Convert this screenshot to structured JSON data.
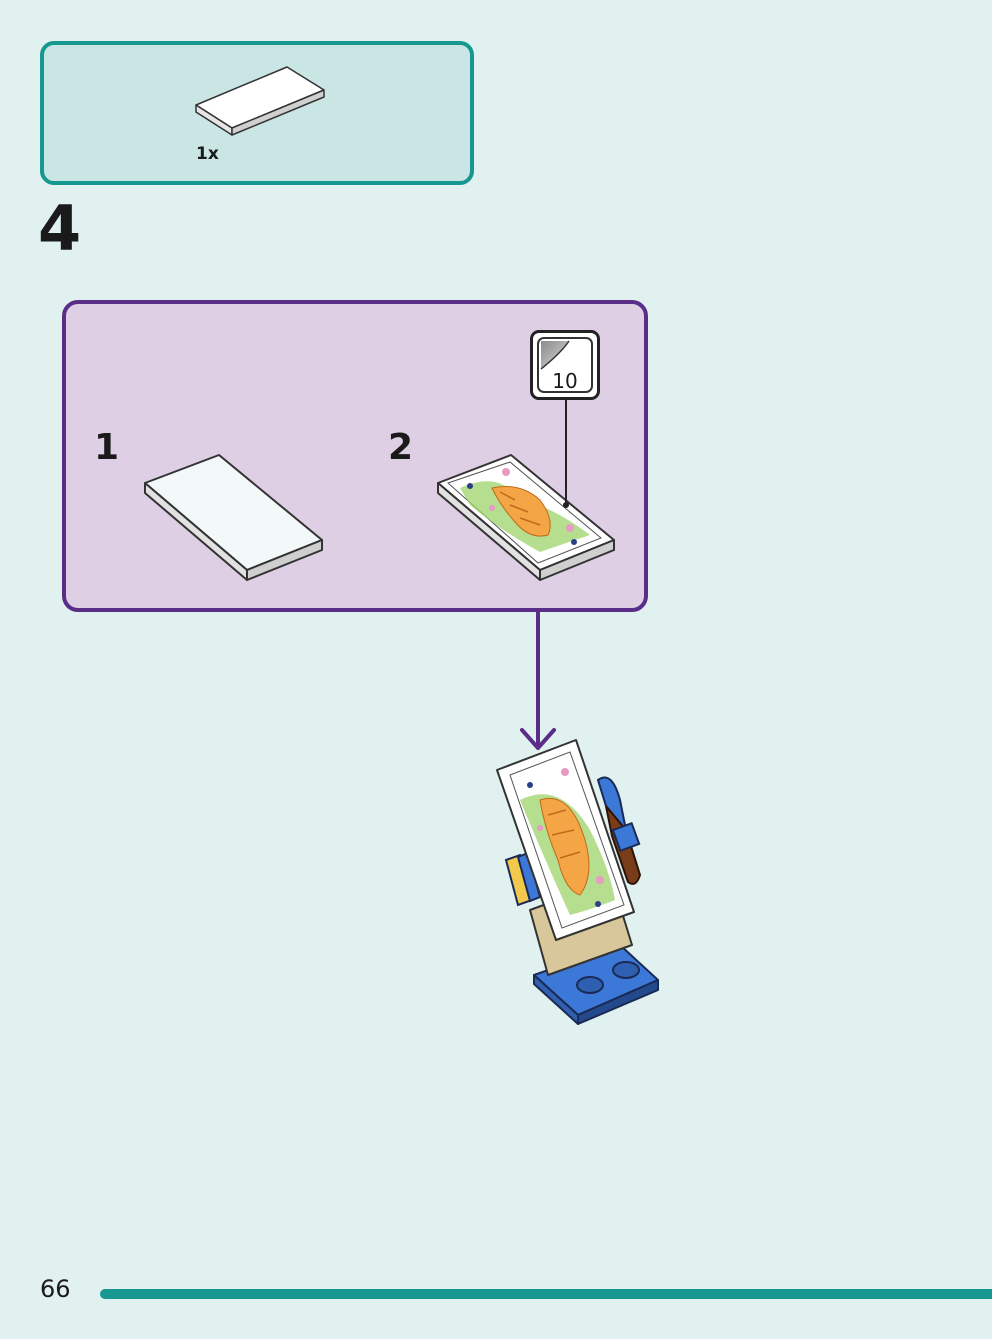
{
  "parts_list": {
    "quantity": "1x"
  },
  "step": {
    "number": "4"
  },
  "substeps": [
    {
      "label": "1"
    },
    {
      "label": "2"
    }
  ],
  "sticker": {
    "number": "10"
  },
  "page": {
    "number": "66"
  },
  "colors": {
    "accent_teal": "#16978f",
    "substep_border": "#5a2d88",
    "substep_bg": "#decfe5",
    "page_bg": "#e0f1f0"
  },
  "icons": [
    "tile-1x2-icon",
    "sticker-icon",
    "arrow-down-icon",
    "easel-model-icon"
  ]
}
